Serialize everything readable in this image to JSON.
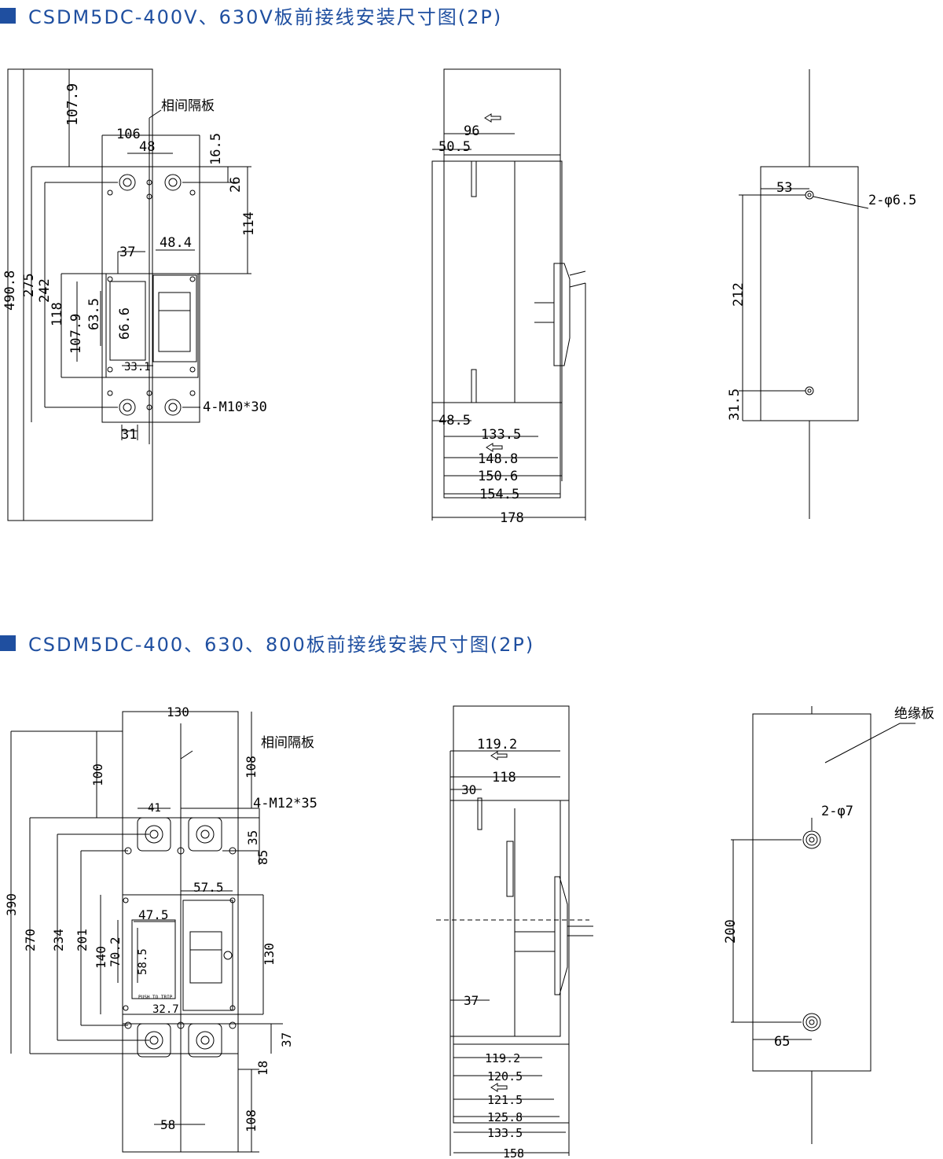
{
  "section1": {
    "title": "CSDM5DC-400V、630V板前接线安装尺寸图(2P)",
    "front": {
      "phase_barrier": "相间隔板",
      "screw_spec": "4-M10*30",
      "dims": [
        "107.9",
        "106",
        "48",
        "16.5",
        "26",
        "114",
        "37",
        "48.4",
        "490.8",
        "275",
        "242",
        "118",
        "107.9",
        "63.5",
        "66.6",
        "33.1",
        "31"
      ]
    },
    "side": {
      "dims": [
        "96",
        "50.5",
        "48.5",
        "133.5",
        "148.8",
        "150.6",
        "154.5",
        "178"
      ]
    },
    "mount": {
      "hole_spec": "2-φ6.5",
      "dims": [
        "53",
        "212",
        "31.5"
      ]
    }
  },
  "section2": {
    "title": "CSDM5DC-400、630、800板前接线安装尺寸图(2P)",
    "front": {
      "phase_barrier": "相间隔板",
      "screw_spec": "4-M12*35",
      "push_to_trip": "PUSH TO TRIP",
      "dims": [
        "130",
        "100",
        "108",
        "41",
        "35",
        "85",
        "57.5",
        "47.5",
        "390",
        "270",
        "234",
        "201",
        "140",
        "70.2",
        "58.5",
        "130",
        "32.7",
        "37",
        "18",
        "58",
        "108"
      ]
    },
    "side": {
      "dims": [
        "119.2",
        "118",
        "30",
        "37",
        "119.2",
        "120.5",
        "121.5",
        "125.8",
        "133.5",
        "158"
      ]
    },
    "mount": {
      "insulation_board": "绝缘板",
      "hole_spec": "2-φ7",
      "dims": [
        "200",
        "65"
      ]
    }
  }
}
